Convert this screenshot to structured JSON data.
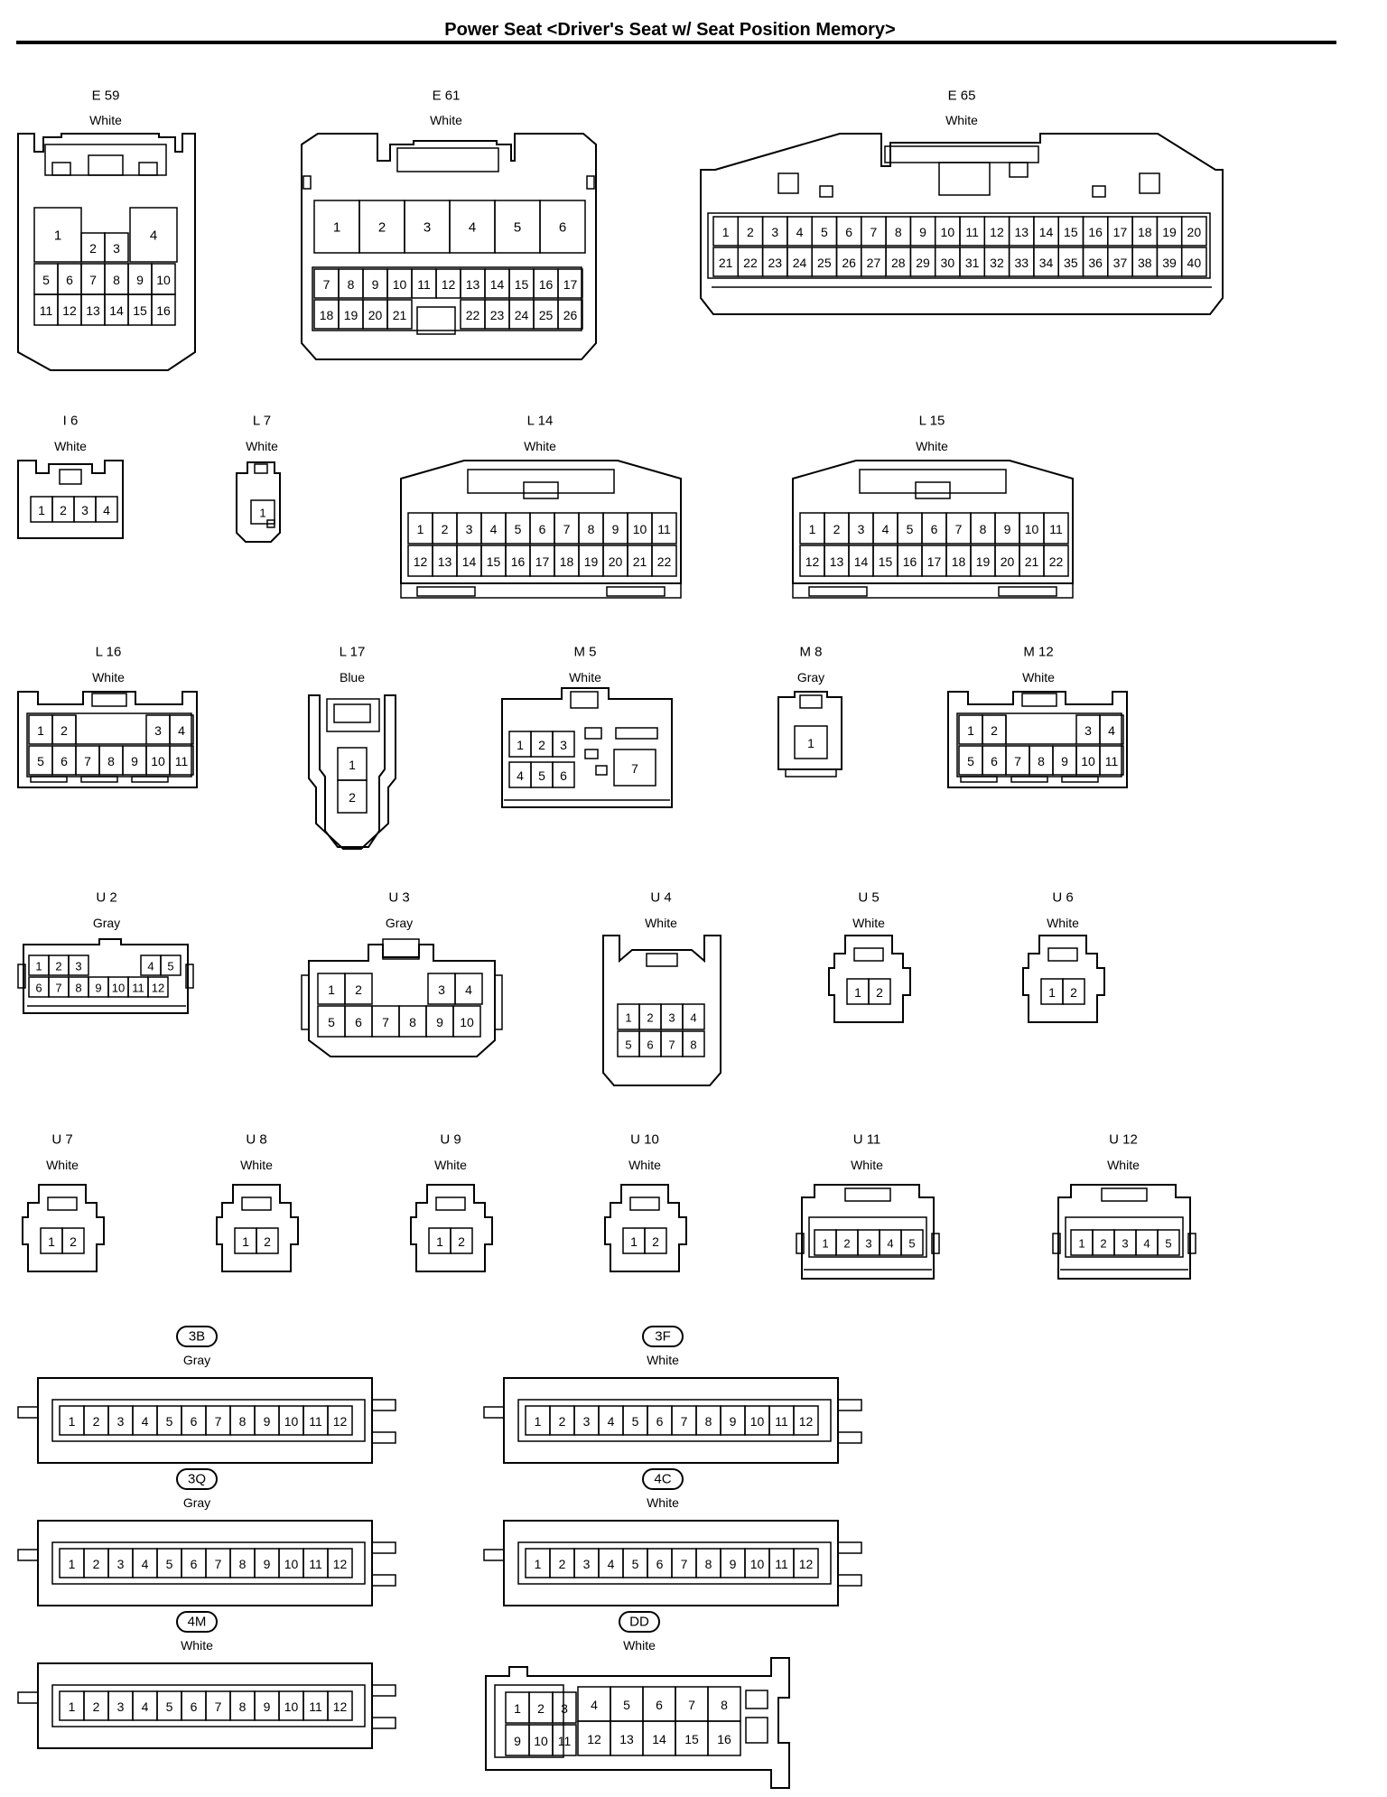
{
  "title": "Power Seat <Driver's Seat w/ Seat Position Memory>",
  "connectors": [
    {
      "id": "e59",
      "name": "E 59",
      "color": "White"
    },
    {
      "id": "e61",
      "name": "E 61",
      "color": "White"
    },
    {
      "id": "e65",
      "name": "E 65",
      "color": "White"
    },
    {
      "id": "i6",
      "name": "I 6",
      "color": "White"
    },
    {
      "id": "l7",
      "name": "L 7",
      "color": "White"
    },
    {
      "id": "l14",
      "name": "L 14",
      "color": "White"
    },
    {
      "id": "l15",
      "name": "L 15",
      "color": "White"
    },
    {
      "id": "l16",
      "name": "L 16",
      "color": "White"
    },
    {
      "id": "l17",
      "name": "L 17",
      "color": "Blue"
    },
    {
      "id": "m5",
      "name": "M 5",
      "color": "White"
    },
    {
      "id": "m8",
      "name": "M 8",
      "color": "Gray"
    },
    {
      "id": "m12",
      "name": "M 12",
      "color": "White"
    },
    {
      "id": "u2",
      "name": "U 2",
      "color": "Gray"
    },
    {
      "id": "u3",
      "name": "U 3",
      "color": "Gray"
    },
    {
      "id": "u4",
      "name": "U 4",
      "color": "White"
    },
    {
      "id": "u5",
      "name": "U 5",
      "color": "White"
    },
    {
      "id": "u6",
      "name": "U 6",
      "color": "White"
    },
    {
      "id": "u7",
      "name": "U 7",
      "color": "White"
    },
    {
      "id": "u8",
      "name": "U 8",
      "color": "White"
    },
    {
      "id": "u9",
      "name": "U 9",
      "color": "White"
    },
    {
      "id": "u10",
      "name": "U 10",
      "color": "White"
    },
    {
      "id": "u11",
      "name": "U 11",
      "color": "White"
    },
    {
      "id": "u12",
      "name": "U 12",
      "color": "White"
    },
    {
      "id": "c3b",
      "name": "3B",
      "color": "Gray"
    },
    {
      "id": "c3f",
      "name": "3F",
      "color": "White"
    },
    {
      "id": "c3q",
      "name": "3Q",
      "color": "Gray"
    },
    {
      "id": "c4c",
      "name": "4C",
      "color": "White"
    },
    {
      "id": "c4m",
      "name": "4M",
      "color": "White"
    },
    {
      "id": "cdd",
      "name": "DD",
      "color": "White"
    }
  ]
}
